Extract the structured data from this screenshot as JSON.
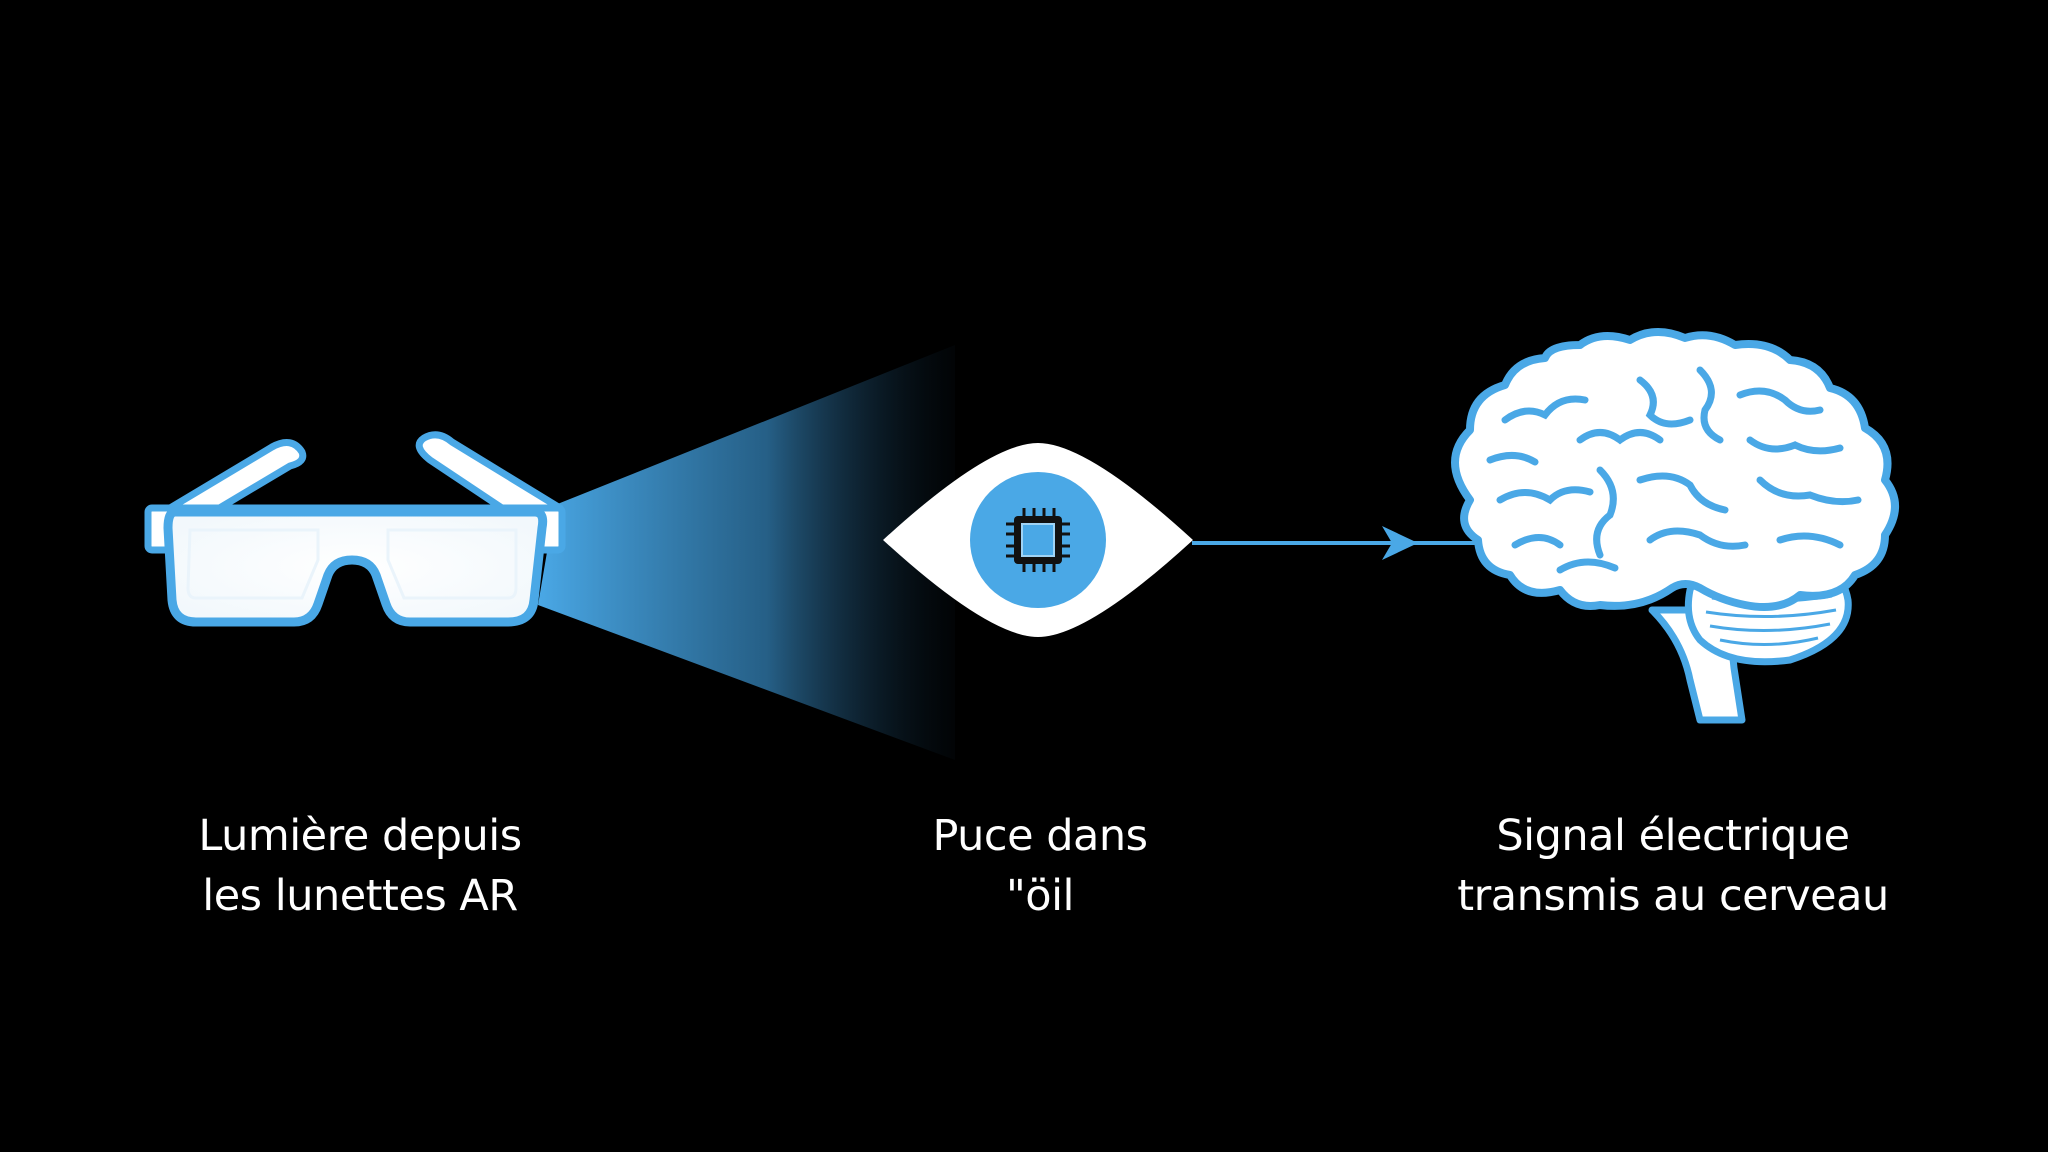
{
  "steps": [
    {
      "icon": "ar-glasses-icon",
      "caption_lines": [
        "Lumière depuis",
        "les lunettes AR"
      ]
    },
    {
      "icon": "eye-with-chip-icon",
      "caption_lines": [
        "Puce dans",
        "\"öil"
      ]
    },
    {
      "icon": "brain-icon",
      "caption_lines": [
        "Signal électrique",
        "transmis au cerveau"
      ]
    }
  ],
  "colors": {
    "background": "#000000",
    "accent": "#4aa8e6",
    "accent_light": "#9fd3f5",
    "icon_fill": "#ffffff",
    "text": "#ffffff"
  }
}
